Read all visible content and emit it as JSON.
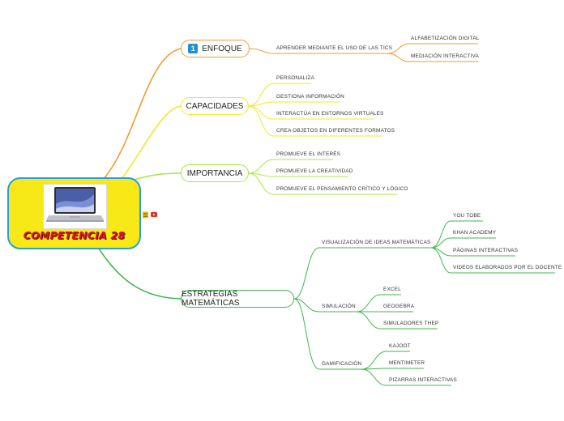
{
  "root": {
    "title": "COMPETENCIA 28"
  },
  "enfoque": {
    "label": "ENFOQUE",
    "badge": "1",
    "child": "APRENDER MEDIANTE EL USO DE LAS TICS",
    "grandchildren": [
      "ALFABETIZACIÓN DIGITAL",
      "MEDIACIÓN INTERACTIVA"
    ]
  },
  "capacidades": {
    "label": "CAPACIDADES",
    "children": [
      "PERSONALIZA",
      "GESTIONA INFORMACIÓN",
      "INTERACTÚA EN ENTORNOS VIRTUALES",
      "CREA OBJETOS EN DIFERENTES FORMATOS"
    ]
  },
  "importancia": {
    "label": "IMPORTANCIA",
    "children": [
      "PROMUEVE EL INTERÉS",
      "PROMUEVE LA CREATIVIDAD",
      "PROMUEVE EL PENSAMIENTO CRÍTICO Y LÓGICO"
    ]
  },
  "estrategias": {
    "label": "ESTRATEGIAS MATEMÁTICAS",
    "visualizacion": {
      "label": "VISUALIZACIÓN DE IDEAS MATEMÁTICAS",
      "children": [
        "YOU TOBE",
        "KHAN ACADEMY",
        "PÁGINAS INTERACTIVAS",
        "VIDEOS ELABORADOS POR EL DOCENTE"
      ]
    },
    "simulacion": {
      "label": "SIMULACIÓN",
      "children": [
        "EXCEL",
        "GEOGEBRA",
        "SIMULADORES THEP"
      ]
    },
    "gamificacion": {
      "label": "GAMIFICACIÓN",
      "children": [
        "KAJOOT",
        "MENTIMETER",
        "PIZARRAS INTERACTIVAS"
      ]
    }
  },
  "colors": {
    "enfoque": "#f29a2e",
    "capacidades": "#f2e82a",
    "importancia": "#a6e83c",
    "estrategias": "#3cb84a",
    "root_border": "#2a9fd6",
    "root_fill": "#f7e817",
    "title": "#d6132b"
  },
  "icons": [
    "laptop-image",
    "notes-icon",
    "youtube-icon"
  ]
}
